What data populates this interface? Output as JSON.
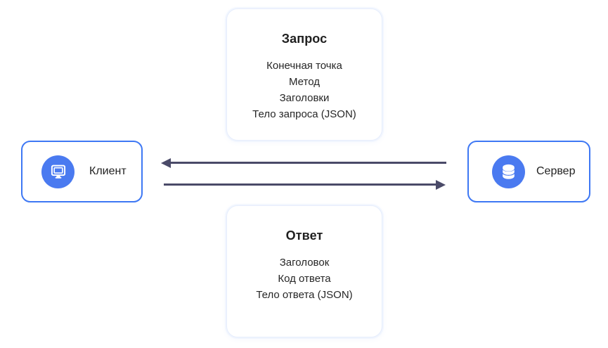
{
  "request_card": {
    "title": "Запрос",
    "items": [
      "Конечная точка",
      "Метод",
      "Заголовки",
      "Тело запроса (JSON)"
    ]
  },
  "response_card": {
    "title": "Ответ",
    "items": [
      "Заголовок",
      "Код ответа",
      "Тело ответа (JSON)"
    ]
  },
  "client_node": {
    "label": "Клиент",
    "icon": "monitor-icon"
  },
  "server_node": {
    "label": "Сервер",
    "icon": "database-icon"
  },
  "arrows": {
    "top": {
      "direction": "left"
    },
    "bottom": {
      "direction": "right"
    }
  },
  "colors": {
    "node_circle_blue": "#4a7af0",
    "node_border_blue": "#3e78f4",
    "card_border": "#e6edfc",
    "arrow_dark": "#4a4a68",
    "title_text": "#1f1f1f",
    "body_text": "#262626"
  }
}
